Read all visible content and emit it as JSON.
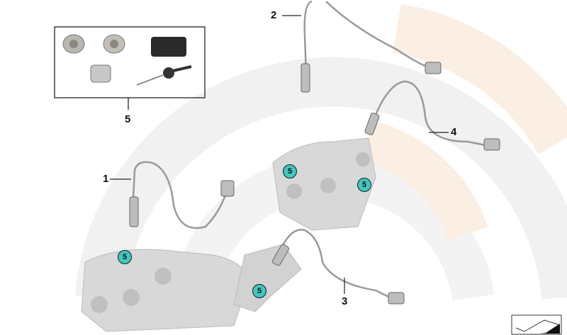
{
  "diagram": {
    "callouts": [
      {
        "id": "1",
        "label": "1"
      },
      {
        "id": "2",
        "label": "2"
      },
      {
        "id": "3",
        "label": "3"
      },
      {
        "id": "4",
        "label": "4"
      },
      {
        "id": "5",
        "label": "5"
      }
    ],
    "badges": [
      "5",
      "5",
      "5",
      "5"
    ],
    "colors": {
      "badge": "#3fc7c0",
      "watermark_gray": "#eeeeee",
      "watermark_peach": "#fbeee2"
    },
    "icons": {
      "corner": "view-orientation-icon"
    }
  }
}
